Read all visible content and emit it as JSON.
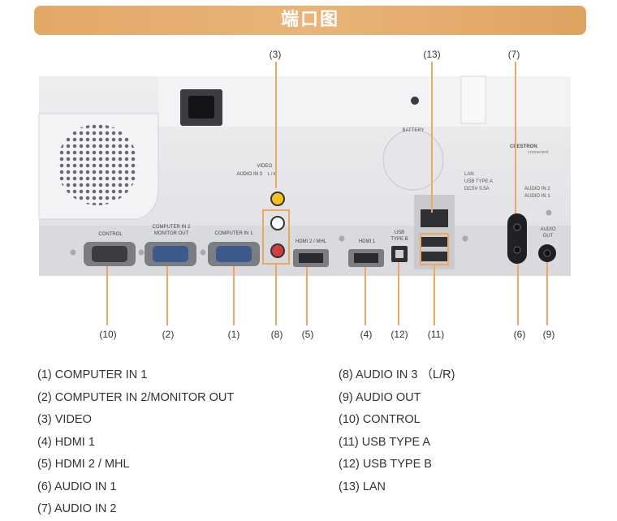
{
  "title": "端口图",
  "panel_labels": {
    "control": "CONTROL",
    "computer_in_2": "COMPUTER IN 2",
    "monitor_out": "MONITOR OUT",
    "computer_in_1": "COMPUTER IN 1",
    "video": "VIDEO",
    "audio_in_3": "AUDIO IN 3",
    "lr": "L / R",
    "hdmi2_mhl": "HDMI 2 / MHL",
    "hdmi1": "HDMI 1",
    "usb": "USB",
    "type_b": "TYPE B",
    "battery": "BATTERY",
    "lan": "LAN",
    "usb_type_a": "USB TYPE A",
    "dcsv": "DCSV 0.5A",
    "crestron": "CRESTRON",
    "connected": "connected",
    "audio_in_2": "AUDIO IN 2",
    "audio_in_1": "AUDIO IN 1",
    "audio": "AUDIO",
    "out": "OUT"
  },
  "callouts": {
    "c3": "(3)",
    "c13": "(13)",
    "c7": "(7)",
    "c10": "(10)",
    "c2": "(2)",
    "c1": "(1)",
    "c8": "(8)",
    "c5": "(5)",
    "c4": "(4)",
    "c12": "(12)",
    "c11": "(11)",
    "c6": "(6)",
    "c9": "(9)"
  },
  "legend_left": [
    "(1) COMPUTER IN 1",
    "(2) COMPUTER IN 2/MONITOR OUT",
    "(3) VIDEO",
    "(4) HDMI 1",
    "(5) HDMI 2 / MHL",
    "(6) AUDIO IN 1",
    "(7) AUDIO IN 2"
  ],
  "legend_right": [
    "(8) AUDIO IN 3 （L/R)",
    "(9) AUDIO OUT",
    "(10) CONTROL",
    "(11) USB TYPE A",
    "(12) USB TYPE B",
    "(13) LAN"
  ],
  "colors": {
    "accent": "#e2a866",
    "callout_line": "#f0a860",
    "panel": "#e8e9eb"
  }
}
